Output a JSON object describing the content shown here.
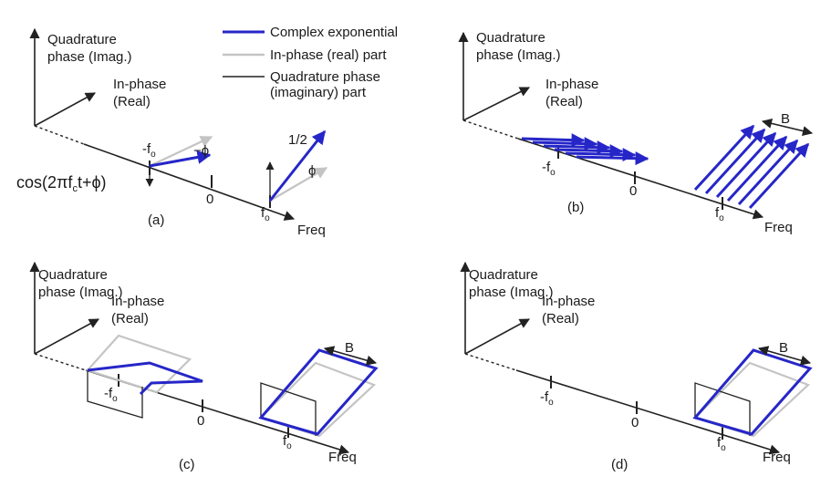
{
  "legend": {
    "complex": "Complex exponential",
    "inphase": "In-phase (real) part",
    "quad_line1": "Quadrature phase",
    "quad_line2": "(imaginary) part",
    "colors": {
      "complex": "#2626c8",
      "inphase": "#c4c4c4",
      "quad": "#222222"
    }
  },
  "axes": {
    "quad_line1": "Quadrature",
    "quad_line2": "phase (Imag.)",
    "inphase_line1": "In-phase",
    "inphase_line2": "(Real)",
    "freq": "Freq",
    "zero": "0",
    "neg_f": "-f",
    "pos_f": "f",
    "f_sub": "o"
  },
  "panel_a": {
    "label": "(a)",
    "equation": "cos(2πf",
    "equation_sub": "c",
    "equation_tail": "t+ϕ)",
    "half": "1/2",
    "phi": "ϕ",
    "neg_phi": "−ϕ"
  },
  "panel_b": {
    "label": "(b)",
    "bandwidth": "B"
  },
  "panel_c": {
    "label": "(c)",
    "bandwidth": "B"
  },
  "panel_d": {
    "label": "(d)",
    "bandwidth": "B"
  }
}
